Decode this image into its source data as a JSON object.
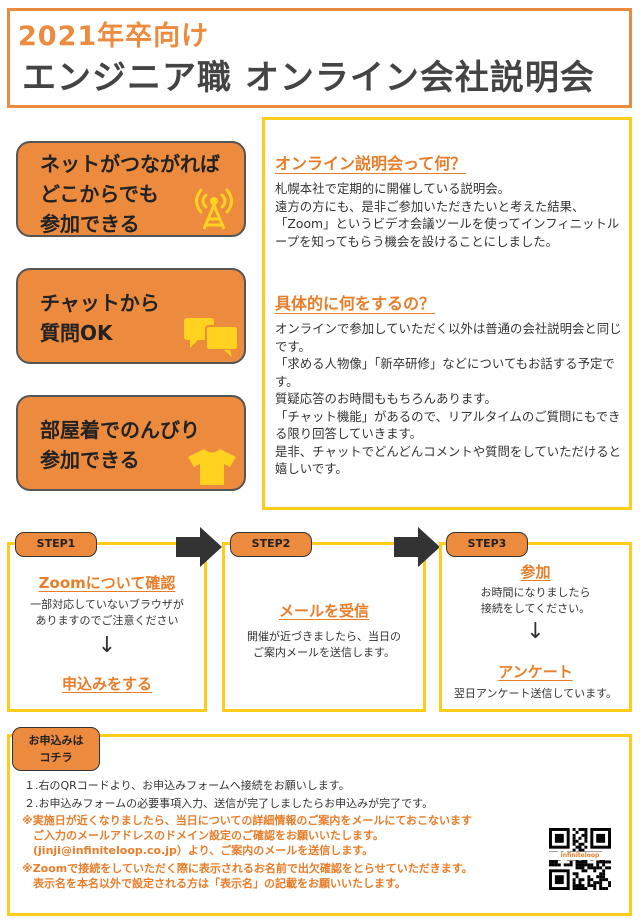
{
  "header": {
    "subtitle": "2021年卒向け",
    "title": "エンジニア職 オンライン会社説明会"
  },
  "features": [
    {
      "lines": "ネットがつながれば\nどこからでも\n参加できる",
      "icon": "antenna-icon"
    },
    {
      "lines": "チャットから\n質問OK",
      "icon": "chat-bubbles-icon"
    },
    {
      "lines": "部屋着でのんびり\n参加できる",
      "icon": "tshirt-icon"
    }
  ],
  "info": {
    "q1": "オンライン説明会って何？",
    "a1": "札幌本社で定期的に開催している説明会。\n遠方の方にも、是非ご参加いただきたいと考えた結果、「Zoom」というビデオ会議ツールを使ってインフィニットループを知ってもらう機会を設けることにしました。",
    "q2": "具体的に何をするの？",
    "a2": "オンラインで参加していただく以外は普通の会社説明会と同じです。\n「求める人物像」「新卒研修」などについてもお話する予定です。\n質疑応答のお時間ももちろんあります。\n「チャット機能」があるので、リアルタイムのご質問にもできる限り回答していきます。\n是非、チャットでどんどんコメントや質問をしていただけると嬉しいです。"
  },
  "steps": [
    {
      "label": "STEP1",
      "title": "Zoomについて確認",
      "text": "一部対応していないブラウザが\nありますのでご注意ください",
      "title2": "申込みをする"
    },
    {
      "label": "STEP2",
      "title": "メールを受信",
      "text": "開催が近づきましたら、当日の\nご案内メールを送信します。"
    },
    {
      "label": "STEP3",
      "title": "参加",
      "text": "お時間になりましたら\n接続をしてください。",
      "title2": "アンケート",
      "text2": "翌日アンケート送信しています。"
    }
  ],
  "apply": {
    "tab": "お申込みは\nコチラ",
    "line1": "１.右のQRコードより、お申込みフォームへ接続をお願いします。",
    "line2": "２.お申込みフォームの必要事項入力、送信が完了しましたらお申込みが完了です。",
    "note1": "※実施日が近くなりましたら、当日についての詳細情報のご案内をメールにておこないます\n　ご入力のメールアドレスのドメイン設定のご確認をお願いいたします。\n　(jinji@infiniteloop.co.jp）より、ご案内のメールを送信します。",
    "note2": "※Zoomで接続をしていただく際に表示されるお名前で出欠確認をとらせていただきます。\n　表示名を本名以外で設定される方は「表示名」の記載をお願いいたします。",
    "qr_caption": "infiniteloop"
  },
  "colors": {
    "orange": "#ec8a3e",
    "yellow": "#ffcc1a",
    "text_orange": "#e87d2a"
  }
}
